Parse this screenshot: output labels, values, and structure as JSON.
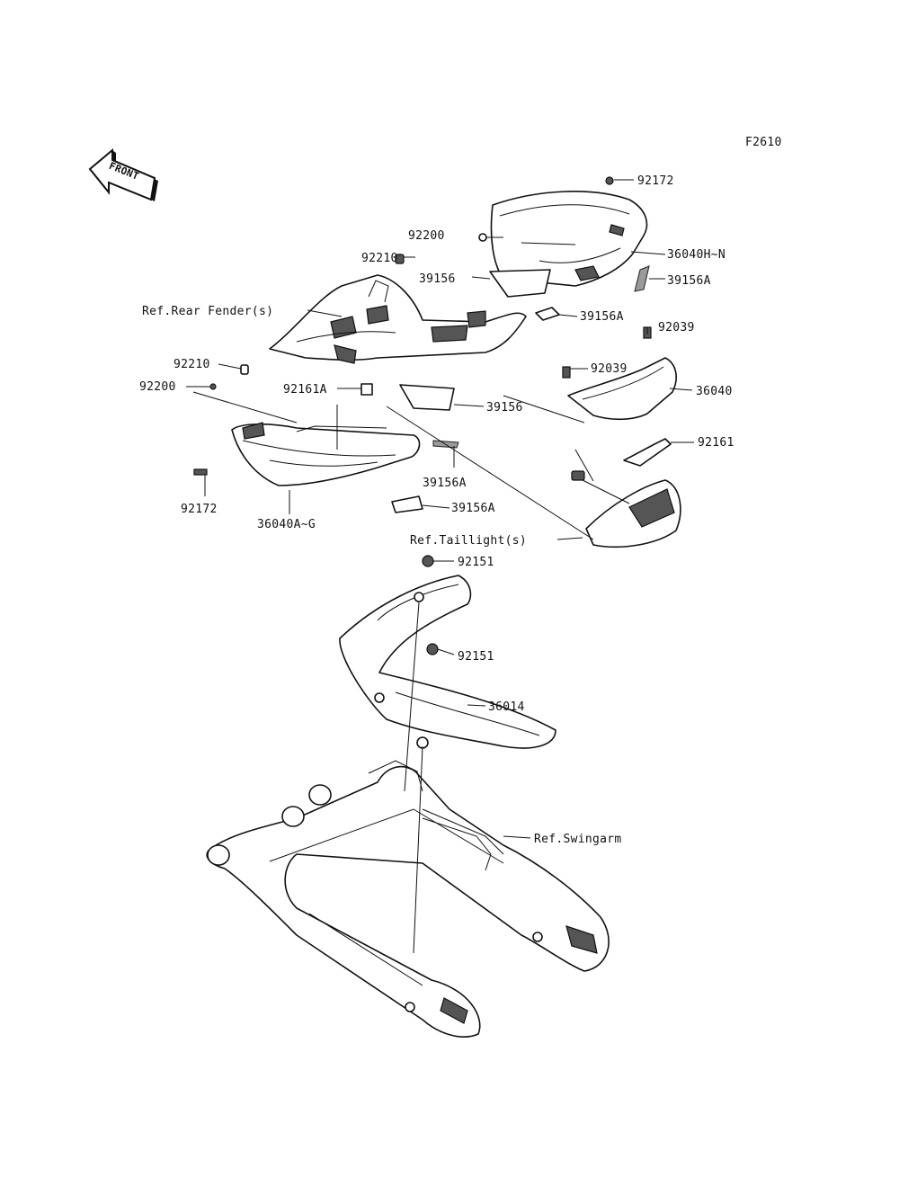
{
  "figure_code": "F2610",
  "front_arrow": {
    "text": "FRONT"
  },
  "labels": {
    "l_92172_top": "92172",
    "l_92200_top": "92200",
    "l_36040hn": "36040H~N",
    "l_92210_top": "92210",
    "l_39156_top": "39156",
    "l_39156a_r1": "39156A",
    "l_ref_rear_fender": "Ref.Rear Fender(s)",
    "l_39156a_r2": "39156A",
    "l_92039_a": "92039",
    "l_92210_left": "92210",
    "l_92039_b": "92039",
    "l_92200_left": "92200",
    "l_92161a": "92161A",
    "l_36040": "36040",
    "l_39156_mid": "39156",
    "l_92161": "92161",
    "l_39156a_mid": "39156A",
    "l_92172_left": "92172",
    "l_39156a_low": "39156A",
    "l_36040ag": "36040A~G",
    "l_ref_taillight": "Ref.Taillight(s)",
    "l_92151_a": "92151",
    "l_92151_b": "92151",
    "l_36014": "36014",
    "l_ref_swingarm": "Ref.Swingarm"
  }
}
